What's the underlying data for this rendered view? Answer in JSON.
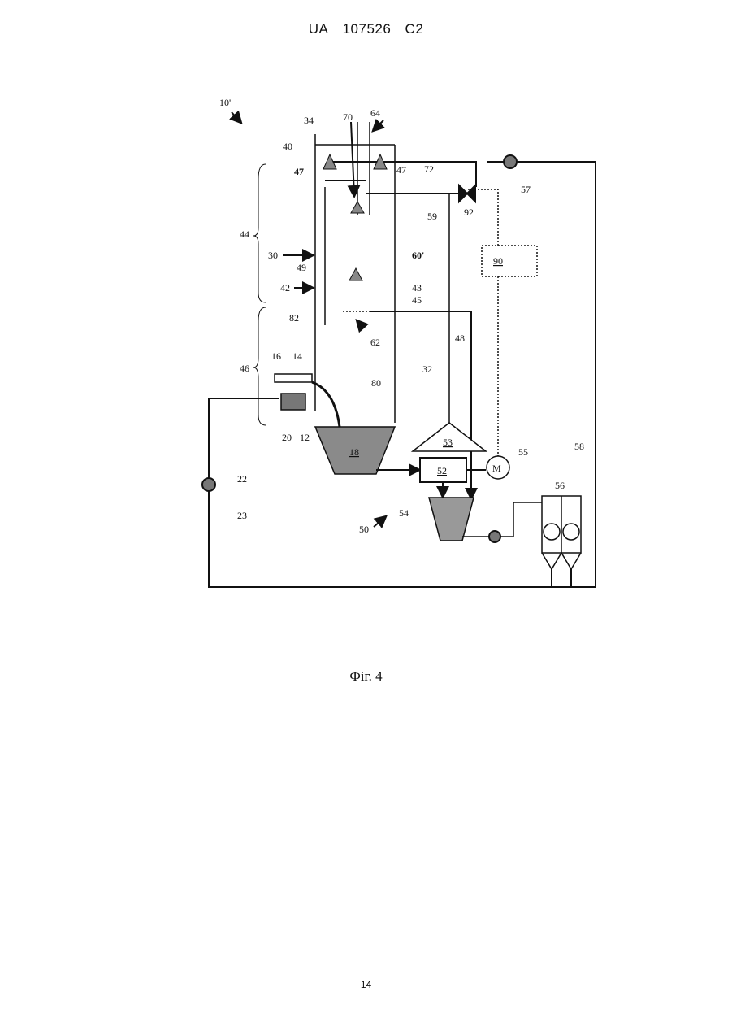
{
  "header": {
    "country": "UA",
    "number": "107526",
    "kind": "C2"
  },
  "figure_caption": "Фіг. 4",
  "page_number": "14",
  "diagram": {
    "ref_labels": [
      "10'",
      "34",
      "70",
      "64",
      "40",
      "47",
      "47",
      "72",
      "57",
      "92",
      "59",
      "44",
      "30",
      "60'",
      "90",
      "49",
      "42",
      "43",
      "45",
      "82",
      "62",
      "48",
      "16",
      "14",
      "32",
      "46",
      "80",
      "20",
      "12",
      "18",
      "53",
      "55",
      "52",
      "58",
      "22",
      "56",
      "54",
      "23",
      "50"
    ],
    "inner_labels": {
      "hopper": "18",
      "cyclone": "53",
      "unit": "52",
      "motor": "M",
      "controller": "90"
    }
  }
}
